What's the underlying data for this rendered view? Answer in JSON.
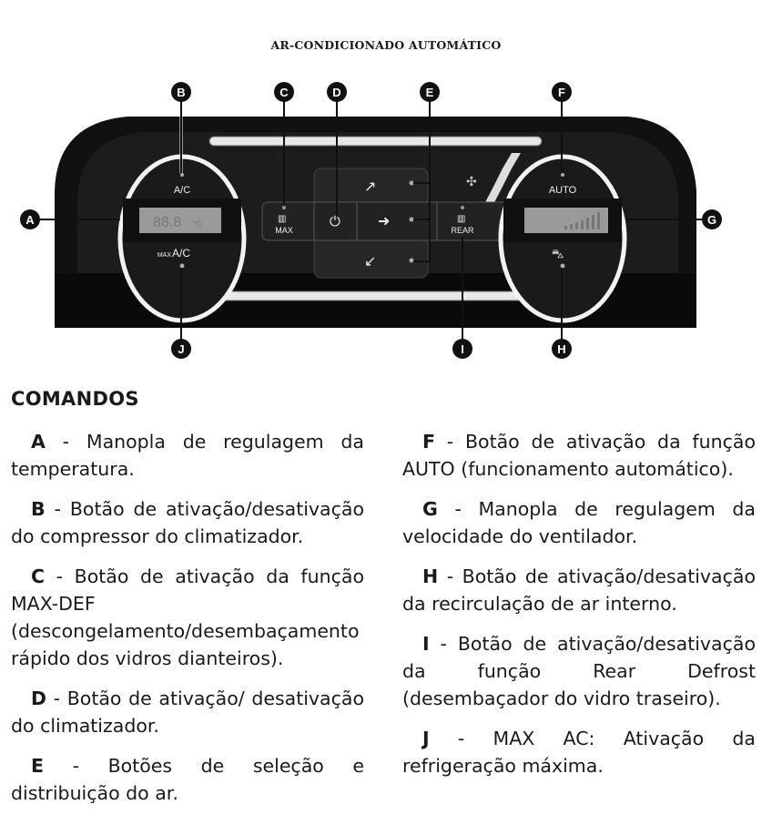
{
  "title": "AR-CONDICIONADO AUTOMÁTICO",
  "diagram": {
    "callouts": [
      "A",
      "B",
      "C",
      "D",
      "E",
      "F",
      "G",
      "H",
      "I",
      "J"
    ],
    "labels": {
      "ac": "A/C",
      "max_small": "MAX",
      "max_ac": "A/C",
      "max": "MAX",
      "rear": "REAR",
      "auto": "AUTO",
      "temp_display": "88.8",
      "temp_unit": "°C"
    }
  },
  "section_heading": "COMANDOS",
  "left_items": [
    {
      "key": "A",
      "text": " - Manopla de regulagem da temperatura."
    },
    {
      "key": "B",
      "text": " - Botão de ativação/desativação do compressor do climatizador."
    },
    {
      "key": "C",
      "text": " - Botão de ativação da função MAX-DEF (descongelamento/desembaçamento rápido dos vidros dianteiros)."
    },
    {
      "key": "D",
      "text": " - Botão de ativação/ desativação do climatizador."
    },
    {
      "key": "E",
      "text": " - Botões de seleção e distribuição do ar."
    }
  ],
  "right_items": [
    {
      "key": "F",
      "text": " - Botão de ativação da função AUTO (funcionamento automático)."
    },
    {
      "key": "G",
      "text": " - Manopla de regulagem da velocidade do ventilador."
    },
    {
      "key": "H",
      "text": " - Botão de ativação/desativação da recirculação de ar interno."
    },
    {
      "key": "I",
      "text": " - Botão de ativação/desativação da função Rear Defrost (desembaçador do vidro traseiro)."
    },
    {
      "key": "J",
      "text": " - MAX AC: Ativação da refrigeração máxima."
    }
  ]
}
